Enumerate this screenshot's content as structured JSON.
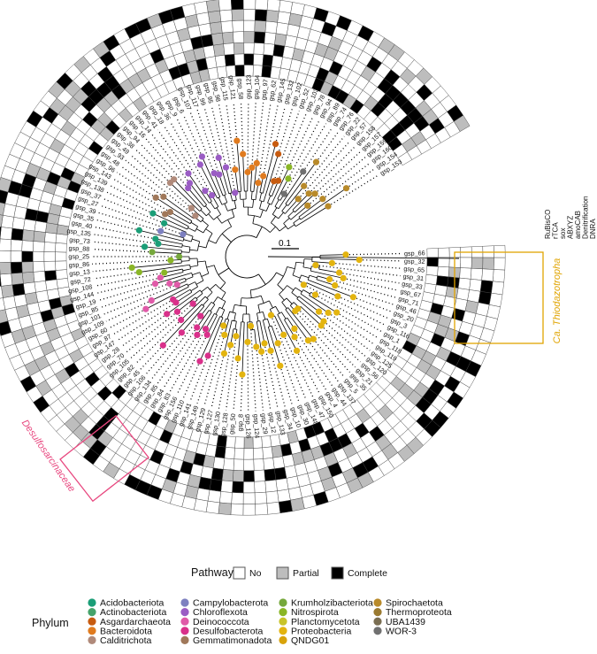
{
  "tip_labels": [
    "gsp_66",
    "gsp_32",
    "gsp_65",
    "gsp_31",
    "gsp_33",
    "gsp_67",
    "gsp_71",
    "gsp_46",
    "gsp_20",
    "gsp_3",
    "gsp_116",
    "gsp_1",
    "gsp_118",
    "gsp_119",
    "gsp_125",
    "gsp_120",
    "gsp_56",
    "gsp_21",
    "gsp_35",
    "gsp_5",
    "gsp_137",
    "gsp_44",
    "gsp_4",
    "gsp_150",
    "gsp_47",
    "gsp_148",
    "gsp_30",
    "gsp_10",
    "gsp_34",
    "gsp_133",
    "gsp_12",
    "gsp_29",
    "gsp_124",
    "gsp_126",
    "gsp_8",
    "gsp_50",
    "gsp_128",
    "gsp_130",
    "gsp_127",
    "gsp_129",
    "gsp_149",
    "gsp_141",
    "gsp_110",
    "gsp_156",
    "gsp_83",
    "gsp_84",
    "gsp_85",
    "gsp_134",
    "gsp_106",
    "gsp_45",
    "gsp_82",
    "gsp_105",
    "gsp_70",
    "gsp_28",
    "gsp_147",
    "gsp_87",
    "gsp_60",
    "gsp_109",
    "gsp_101",
    "gsp_85",
    "gsp_19",
    "gsp_144",
    "gsp_108",
    "gsp_72",
    "gsp_13",
    "gsp_86",
    "gsp_25",
    "gsp_88",
    "gsp_73",
    "gsp_135",
    "gsp_40",
    "gsp_35",
    "gsp_39",
    "gsp_27",
    "gsp_37",
    "gsp_138",
    "gsp_139",
    "gsp_143",
    "gsp_96",
    "gsp_48",
    "gsp_93",
    "gsp_49",
    "gsp_38",
    "gsp_94",
    "gsp_16",
    "gsp_14",
    "gsp_41",
    "gsp_18",
    "gsp_36",
    "gsp_9",
    "gsp_6",
    "gsp_107",
    "gsp_117",
    "gsp_99",
    "gsp_95",
    "gsp_98",
    "gsp_115",
    "gsp_121",
    "gsp_58",
    "gsp_123",
    "gsp_104",
    "gsp_97",
    "gsp_62",
    "gsp_145",
    "gsp_132",
    "gsp_102",
    "gsp_52",
    "gsp_103",
    "gsp_78",
    "gsp_94",
    "gsp_89",
    "gsp_74",
    "gsp_76",
    "gsp_22",
    "gsp_57",
    "gsp_158",
    "gsp_157",
    "gsp_159",
    "gsp_160",
    "gsp_154",
    "gsp_153"
  ],
  "ring_labels": [
    "RuBisCO",
    "rTCA",
    "sox",
    "ABXYZ",
    "amoCAB",
    "Denitrification",
    "DNRA"
  ],
  "scale_label": "0.1",
  "annotations": {
    "thiodazotropha": "Ca. Thiodazotropha",
    "desulfosarcinaceae": "Desulfosarcinaceae"
  },
  "legend_pathway": {
    "title": "Pathway",
    "items": [
      {
        "label": "No",
        "color": "#ffffff"
      },
      {
        "label": "Partial",
        "color": "#bdbdbd"
      },
      {
        "label": "Complete",
        "color": "#000000"
      }
    ]
  },
  "legend_phylum": {
    "title": "Phylum",
    "items": [
      {
        "label": "Acidobacteriota",
        "color": "#1b9e77"
      },
      {
        "label": "Actinobacteriota",
        "color": "#46a36b"
      },
      {
        "label": "Asgardarchaeota",
        "color": "#c75b0f"
      },
      {
        "label": "Bacteroidota",
        "color": "#e07b1f"
      },
      {
        "label": "Calditrichota",
        "color": "#b08a7a"
      },
      {
        "label": "Campylobacterota",
        "color": "#7d80c0"
      },
      {
        "label": "Chloroflexota",
        "color": "#9a5cc4"
      },
      {
        "label": "Deinococcota",
        "color": "#e05aa8"
      },
      {
        "label": "Desulfobacterota",
        "color": "#d9308a"
      },
      {
        "label": "Gemmatimonadota",
        "color": "#a0785a"
      },
      {
        "label": "Krumholzibacteriota",
        "color": "#76a83c"
      },
      {
        "label": "Nitrospirota",
        "color": "#8ab626"
      },
      {
        "label": "Planctomycetota",
        "color": "#c8c42a"
      },
      {
        "label": "Proteobacteria",
        "color": "#e3b40f"
      },
      {
        "label": "QNDG01",
        "color": "#d8a30a"
      },
      {
        "label": "Spirochaetota",
        "color": "#b88a2a"
      },
      {
        "label": "Thermoproteota",
        "color": "#9a7a30"
      },
      {
        "label": "UBA1439",
        "color": "#7a6e52"
      },
      {
        "label": "WOR-3",
        "color": "#707070"
      }
    ]
  },
  "colors": {
    "annot_orange": "#e0a400",
    "annot_pink": "#e8477f"
  }
}
